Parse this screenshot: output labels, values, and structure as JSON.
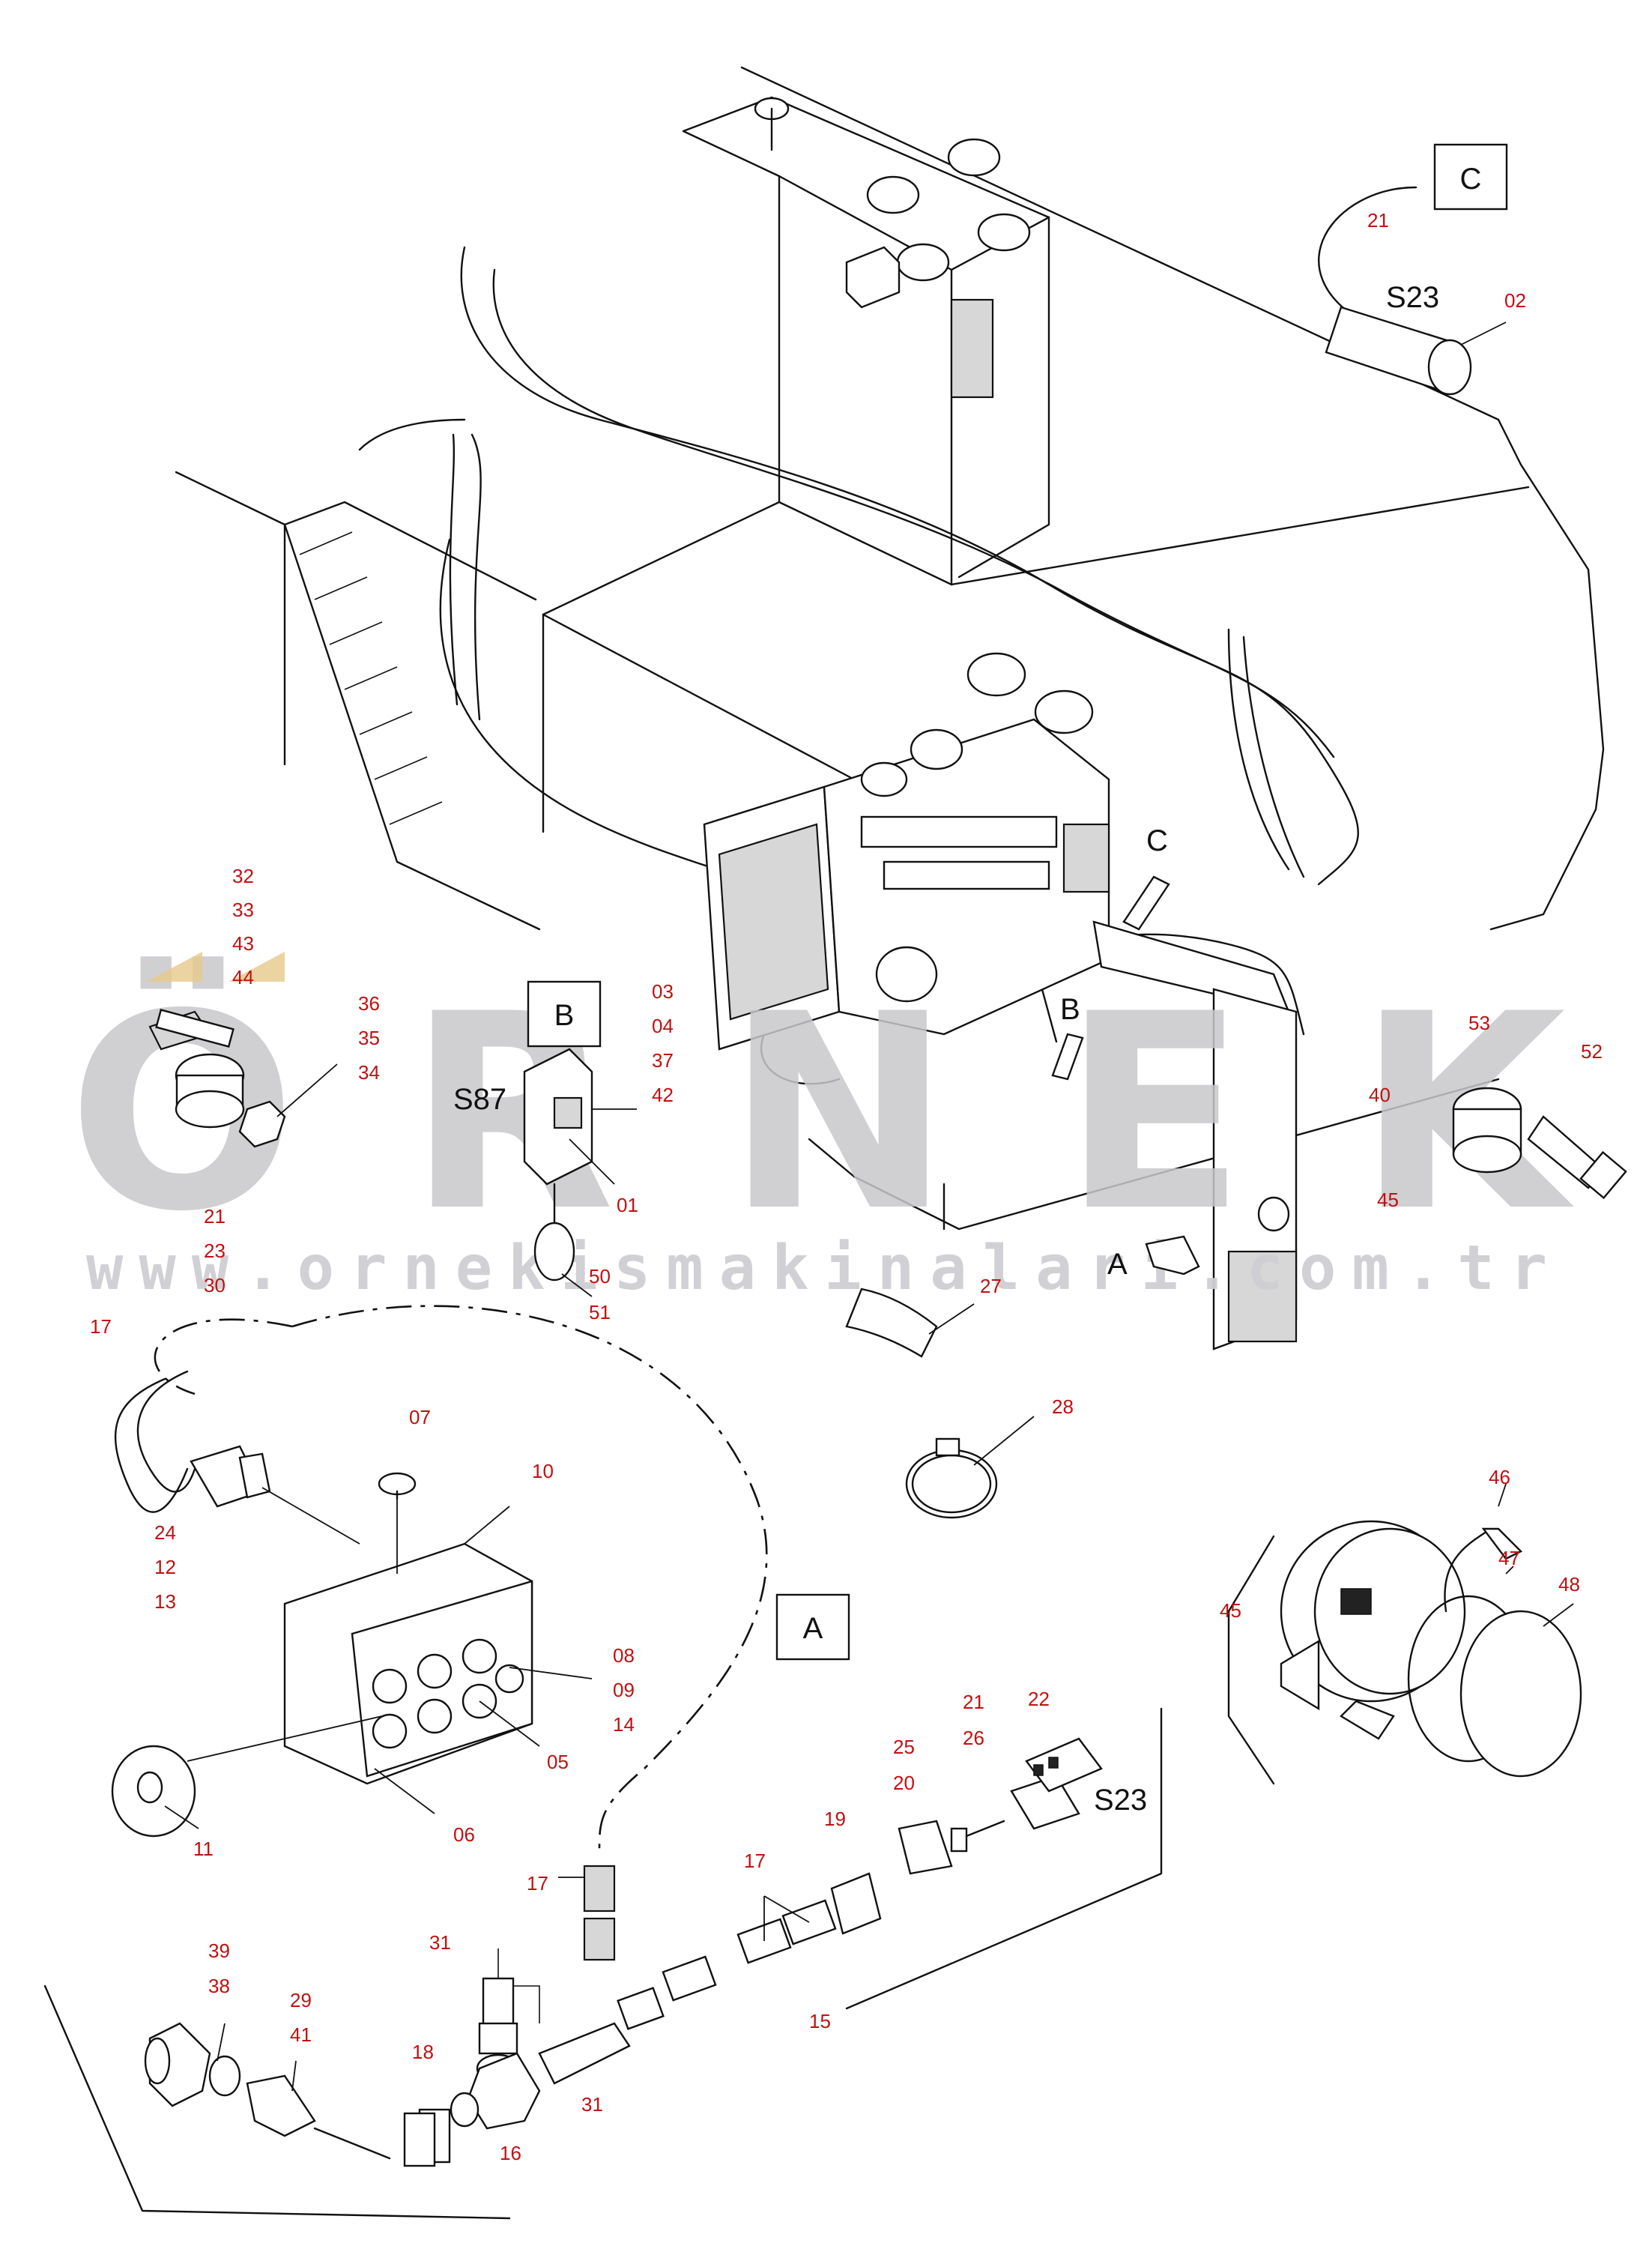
{
  "watermark": {
    "brand": "ÖRNEK",
    "url": "www.ornekismakinalari.com.tr"
  },
  "view_labels": {
    "A": "A",
    "B": "B",
    "C": "C",
    "A_arrow": "A",
    "B_arrow": "B",
    "C_arrow": "C"
  },
  "component_labels": {
    "s23_top": "S23",
    "s87": "S87",
    "s23_bottom": "S23"
  },
  "callouts": {
    "c21_top": "21",
    "c02": "02",
    "c32": "32",
    "c33": "33",
    "c43": "43",
    "c44": "44",
    "c36": "36",
    "c35": "35",
    "c34": "34",
    "c21_left": "21",
    "c23": "23",
    "c30": "30",
    "c03": "03",
    "c04": "04",
    "c37": "37",
    "c42": "42",
    "c01": "01",
    "c50": "50",
    "c51": "51",
    "c53": "53",
    "c52": "52",
    "c40": "40",
    "c45_right": "45",
    "c27": "27",
    "c28": "28",
    "c17_a": "17",
    "c07": "07",
    "c10": "10",
    "c24": "24",
    "c12": "12",
    "c13": "13",
    "c08": "08",
    "c09": "09",
    "c14": "14",
    "c05": "05",
    "c06": "06",
    "c11": "11",
    "c21_b": "21",
    "c22": "22",
    "c26": "26",
    "c25": "25",
    "c20": "20",
    "c19": "19",
    "c17_b": "17",
    "c17_c": "17",
    "c31_a": "31",
    "c31_b": "31",
    "c15": "15",
    "c39": "39",
    "c38": "38",
    "c29": "29",
    "c41": "41",
    "c18": "18",
    "c16": "16",
    "c46": "46",
    "c47": "47",
    "c48": "48",
    "c45_left": "45"
  }
}
